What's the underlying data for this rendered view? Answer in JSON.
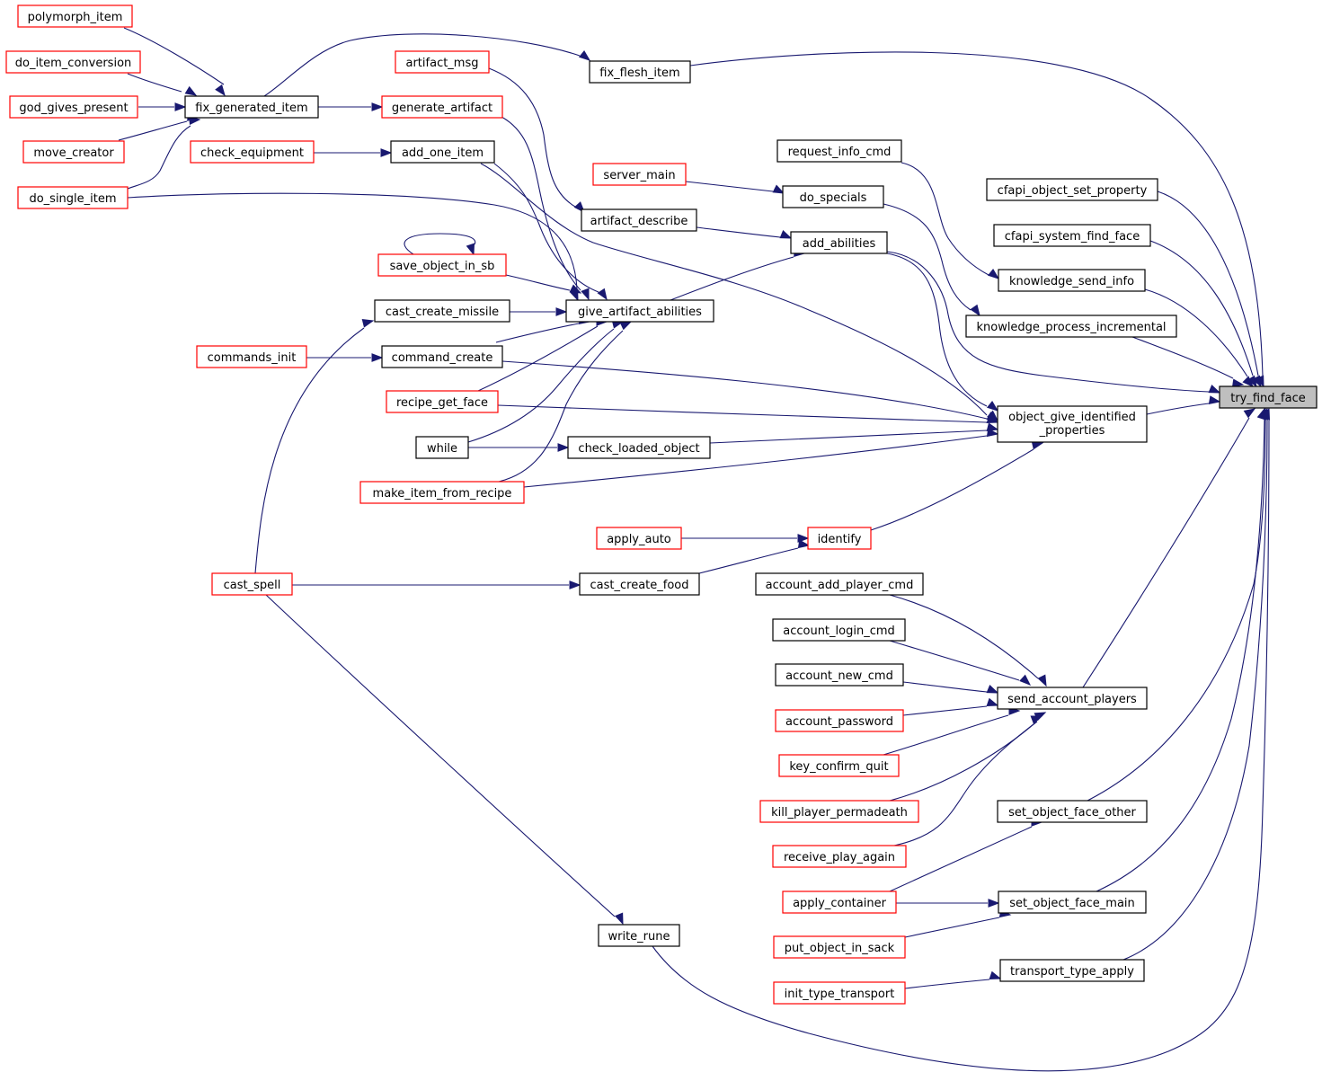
{
  "colors": {
    "edge": "#191970",
    "node_border_default": "#000000",
    "node_border_truncated": "#ff0000",
    "node_fill_focus": "#bfbfbf",
    "node_fill": "#ffffff"
  },
  "nodes": {
    "polymorph_item": {
      "label": "polymorph_item",
      "style": "truncated"
    },
    "do_item_conversion": {
      "label": "do_item_conversion",
      "style": "truncated"
    },
    "god_gives_present": {
      "label": "god_gives_present",
      "style": "truncated"
    },
    "move_creator": {
      "label": "move_creator",
      "style": "truncated"
    },
    "do_single_item": {
      "label": "do_single_item",
      "style": "truncated"
    },
    "fix_generated_item": {
      "label": "fix_generated_item",
      "style": "default"
    },
    "artifact_msg": {
      "label": "artifact_msg",
      "style": "truncated"
    },
    "generate_artifact": {
      "label": "generate_artifact",
      "style": "truncated"
    },
    "check_equipment": {
      "label": "check_equipment",
      "style": "truncated"
    },
    "add_one_item": {
      "label": "add_one_item",
      "style": "default"
    },
    "fix_flesh_item": {
      "label": "fix_flesh_item",
      "style": "default"
    },
    "server_main": {
      "label": "server_main",
      "style": "truncated"
    },
    "artifact_describe": {
      "label": "artifact_describe",
      "style": "default"
    },
    "save_object_in_sb": {
      "label": "save_object_in_sb",
      "style": "truncated"
    },
    "cast_create_missile": {
      "label": "cast_create_missile",
      "style": "default"
    },
    "give_artifact_abilities": {
      "label": "give_artifact_abilities",
      "style": "default"
    },
    "commands_init": {
      "label": "commands_init",
      "style": "truncated"
    },
    "command_create": {
      "label": "command_create",
      "style": "default"
    },
    "recipe_get_face": {
      "label": "recipe_get_face",
      "style": "truncated"
    },
    "while": {
      "label": "while",
      "style": "default"
    },
    "check_loaded_object": {
      "label": "check_loaded_object",
      "style": "default"
    },
    "make_item_from_recipe": {
      "label": "make_item_from_recipe",
      "style": "truncated"
    },
    "request_info_cmd": {
      "label": "request_info_cmd",
      "style": "default"
    },
    "do_specials": {
      "label": "do_specials",
      "style": "default"
    },
    "add_abilities": {
      "label": "add_abilities",
      "style": "default"
    },
    "cfapi_object_set_property": {
      "label": "cfapi_object_set_property",
      "style": "default"
    },
    "cfapi_system_find_face": {
      "label": "cfapi_system_find_face",
      "style": "default"
    },
    "knowledge_send_info": {
      "label": "knowledge_send_info",
      "style": "default"
    },
    "knowledge_process_incremental": {
      "label": "knowledge_process_incremental",
      "style": "default"
    },
    "object_give_identified_properties": {
      "label": [
        "object_give_identified",
        "_properties"
      ],
      "style": "default"
    },
    "try_find_face": {
      "label": "try_find_face",
      "style": "focus"
    },
    "apply_auto": {
      "label": "apply_auto",
      "style": "truncated"
    },
    "identify": {
      "label": "identify",
      "style": "truncated"
    },
    "cast_spell": {
      "label": "cast_spell",
      "style": "truncated"
    },
    "cast_create_food": {
      "label": "cast_create_food",
      "style": "default"
    },
    "account_add_player_cmd": {
      "label": "account_add_player_cmd",
      "style": "default"
    },
    "account_login_cmd": {
      "label": "account_login_cmd",
      "style": "default"
    },
    "account_new_cmd": {
      "label": "account_new_cmd",
      "style": "default"
    },
    "account_password": {
      "label": "account_password",
      "style": "truncated"
    },
    "key_confirm_quit": {
      "label": "key_confirm_quit",
      "style": "truncated"
    },
    "kill_player_permadeath": {
      "label": "kill_player_permadeath",
      "style": "truncated"
    },
    "receive_play_again": {
      "label": "receive_play_again",
      "style": "truncated"
    },
    "send_account_players": {
      "label": "send_account_players",
      "style": "default"
    },
    "set_object_face_other": {
      "label": "set_object_face_other",
      "style": "default"
    },
    "apply_container": {
      "label": "apply_container",
      "style": "truncated"
    },
    "set_object_face_main": {
      "label": "set_object_face_main",
      "style": "default"
    },
    "put_object_in_sack": {
      "label": "put_object_in_sack",
      "style": "truncated"
    },
    "write_rune": {
      "label": "write_rune",
      "style": "default"
    },
    "transport_type_apply": {
      "label": "transport_type_apply",
      "style": "default"
    },
    "init_type_transport": {
      "label": "init_type_transport",
      "style": "truncated"
    }
  },
  "edges": [
    {
      "from": "polymorph_item",
      "to": "fix_generated_item"
    },
    {
      "from": "do_item_conversion",
      "to": "fix_generated_item"
    },
    {
      "from": "god_gives_present",
      "to": "fix_generated_item"
    },
    {
      "from": "move_creator",
      "to": "fix_generated_item"
    },
    {
      "from": "do_single_item",
      "to": "fix_generated_item"
    },
    {
      "from": "fix_generated_item",
      "to": "fix_flesh_item"
    },
    {
      "from": "fix_generated_item",
      "to": "generate_artifact"
    },
    {
      "from": "check_equipment",
      "to": "add_one_item"
    },
    {
      "from": "generate_artifact",
      "to": "give_artifact_abilities"
    },
    {
      "from": "artifact_msg",
      "to": "artifact_describe"
    },
    {
      "from": "add_one_item",
      "to": "give_artifact_abilities"
    },
    {
      "from": "do_single_item",
      "to": "give_artifact_abilities"
    },
    {
      "from": "save_object_in_sb",
      "to": "save_object_in_sb"
    },
    {
      "from": "save_object_in_sb",
      "to": "give_artifact_abilities"
    },
    {
      "from": "cast_create_missile",
      "to": "give_artifact_abilities"
    },
    {
      "from": "command_create",
      "to": "give_artifact_abilities"
    },
    {
      "from": "recipe_get_face",
      "to": "give_artifact_abilities"
    },
    {
      "from": "while",
      "to": "give_artifact_abilities"
    },
    {
      "from": "make_item_from_recipe",
      "to": "give_artifact_abilities"
    },
    {
      "from": "give_artifact_abilities",
      "to": "add_abilities"
    },
    {
      "from": "commands_init",
      "to": "command_create"
    },
    {
      "from": "while",
      "to": "check_loaded_object"
    },
    {
      "from": "cast_spell",
      "to": "cast_create_missile"
    },
    {
      "from": "cast_spell",
      "to": "cast_create_food"
    },
    {
      "from": "cast_spell",
      "to": "write_rune"
    },
    {
      "from": "server_main",
      "to": "do_specials"
    },
    {
      "from": "artifact_describe",
      "to": "add_abilities"
    },
    {
      "from": "request_info_cmd",
      "to": "knowledge_send_info"
    },
    {
      "from": "do_specials",
      "to": "knowledge_process_incremental"
    },
    {
      "from": "add_abilities",
      "to": "object_give_identified_properties"
    },
    {
      "from": "add_abilities",
      "to": "try_find_face"
    },
    {
      "from": "add_one_item",
      "to": "object_give_identified_properties"
    },
    {
      "from": "command_create",
      "to": "object_give_identified_properties"
    },
    {
      "from": "recipe_get_face",
      "to": "object_give_identified_properties"
    },
    {
      "from": "check_loaded_object",
      "to": "object_give_identified_properties"
    },
    {
      "from": "make_item_from_recipe",
      "to": "object_give_identified_properties"
    },
    {
      "from": "identify",
      "to": "object_give_identified_properties"
    },
    {
      "from": "apply_auto",
      "to": "identify"
    },
    {
      "from": "cast_create_food",
      "to": "identify"
    },
    {
      "from": "fix_flesh_item",
      "to": "try_find_face"
    },
    {
      "from": "cfapi_object_set_property",
      "to": "try_find_face"
    },
    {
      "from": "cfapi_system_find_face",
      "to": "try_find_face"
    },
    {
      "from": "knowledge_send_info",
      "to": "try_find_face"
    },
    {
      "from": "knowledge_process_incremental",
      "to": "try_find_face"
    },
    {
      "from": "object_give_identified_properties",
      "to": "try_find_face"
    },
    {
      "from": "send_account_players",
      "to": "try_find_face"
    },
    {
      "from": "set_object_face_other",
      "to": "try_find_face"
    },
    {
      "from": "set_object_face_main",
      "to": "try_find_face"
    },
    {
      "from": "transport_type_apply",
      "to": "try_find_face"
    },
    {
      "from": "write_rune",
      "to": "try_find_face"
    },
    {
      "from": "account_add_player_cmd",
      "to": "send_account_players"
    },
    {
      "from": "account_login_cmd",
      "to": "send_account_players"
    },
    {
      "from": "account_new_cmd",
      "to": "send_account_players"
    },
    {
      "from": "account_password",
      "to": "send_account_players"
    },
    {
      "from": "key_confirm_quit",
      "to": "send_account_players"
    },
    {
      "from": "kill_player_permadeath",
      "to": "send_account_players"
    },
    {
      "from": "receive_play_again",
      "to": "send_account_players"
    },
    {
      "from": "apply_container",
      "to": "set_object_face_other"
    },
    {
      "from": "apply_container",
      "to": "set_object_face_main"
    },
    {
      "from": "put_object_in_sack",
      "to": "set_object_face_main"
    },
    {
      "from": "init_type_transport",
      "to": "transport_type_apply"
    }
  ]
}
